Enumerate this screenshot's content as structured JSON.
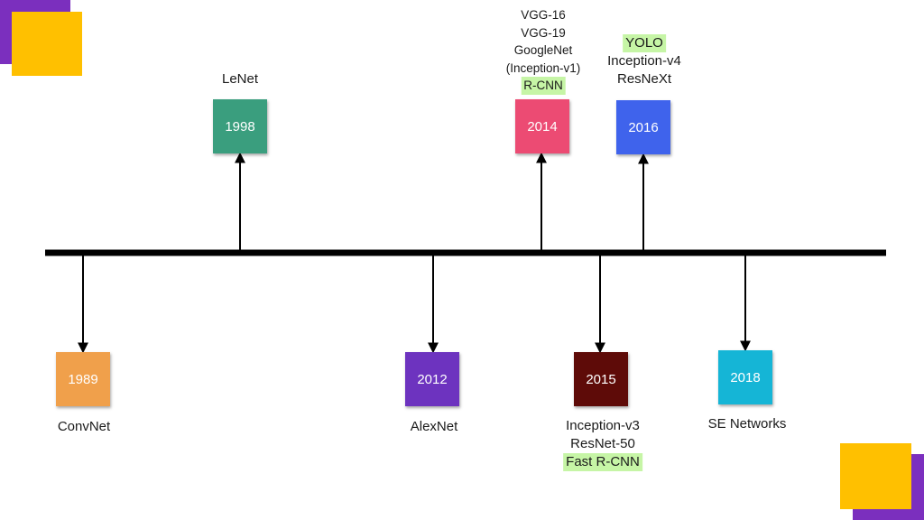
{
  "colors": {
    "corner_purple": "#7b2fbe",
    "corner_yellow": "#ffc000",
    "highlight": "#c6f5a6",
    "axis": "#000000"
  },
  "milestones": [
    {
      "year": "1989",
      "color": "#f0a04b",
      "models": [
        "ConvNet"
      ],
      "highlighted": []
    },
    {
      "year": "1998",
      "color": "#3a9e7e",
      "models": [
        "LeNet"
      ],
      "highlighted": []
    },
    {
      "year": "2012",
      "color": "#6d33bf",
      "models": [
        "AlexNet"
      ],
      "highlighted": []
    },
    {
      "year": "2014",
      "color": "#ec4b73",
      "models": [
        "VGG-16",
        "VGG-19",
        "GoogleNet",
        "(Inception-v1)",
        "R-CNN"
      ],
      "highlighted": [
        "R-CNN"
      ]
    },
    {
      "year": "2015",
      "color": "#5e0b08",
      "models": [
        "Inception-v3",
        "ResNet-50",
        "Fast R-CNN"
      ],
      "highlighted": [
        "Fast R-CNN"
      ]
    },
    {
      "year": "2016",
      "color": "#3f63ec",
      "models": [
        "YOLO",
        "Inception-v4",
        "ResNeXt"
      ],
      "highlighted": [
        "YOLO"
      ]
    },
    {
      "year": "2018",
      "color": "#15b5d6",
      "models": [
        "SE Networks"
      ],
      "highlighted": []
    }
  ]
}
